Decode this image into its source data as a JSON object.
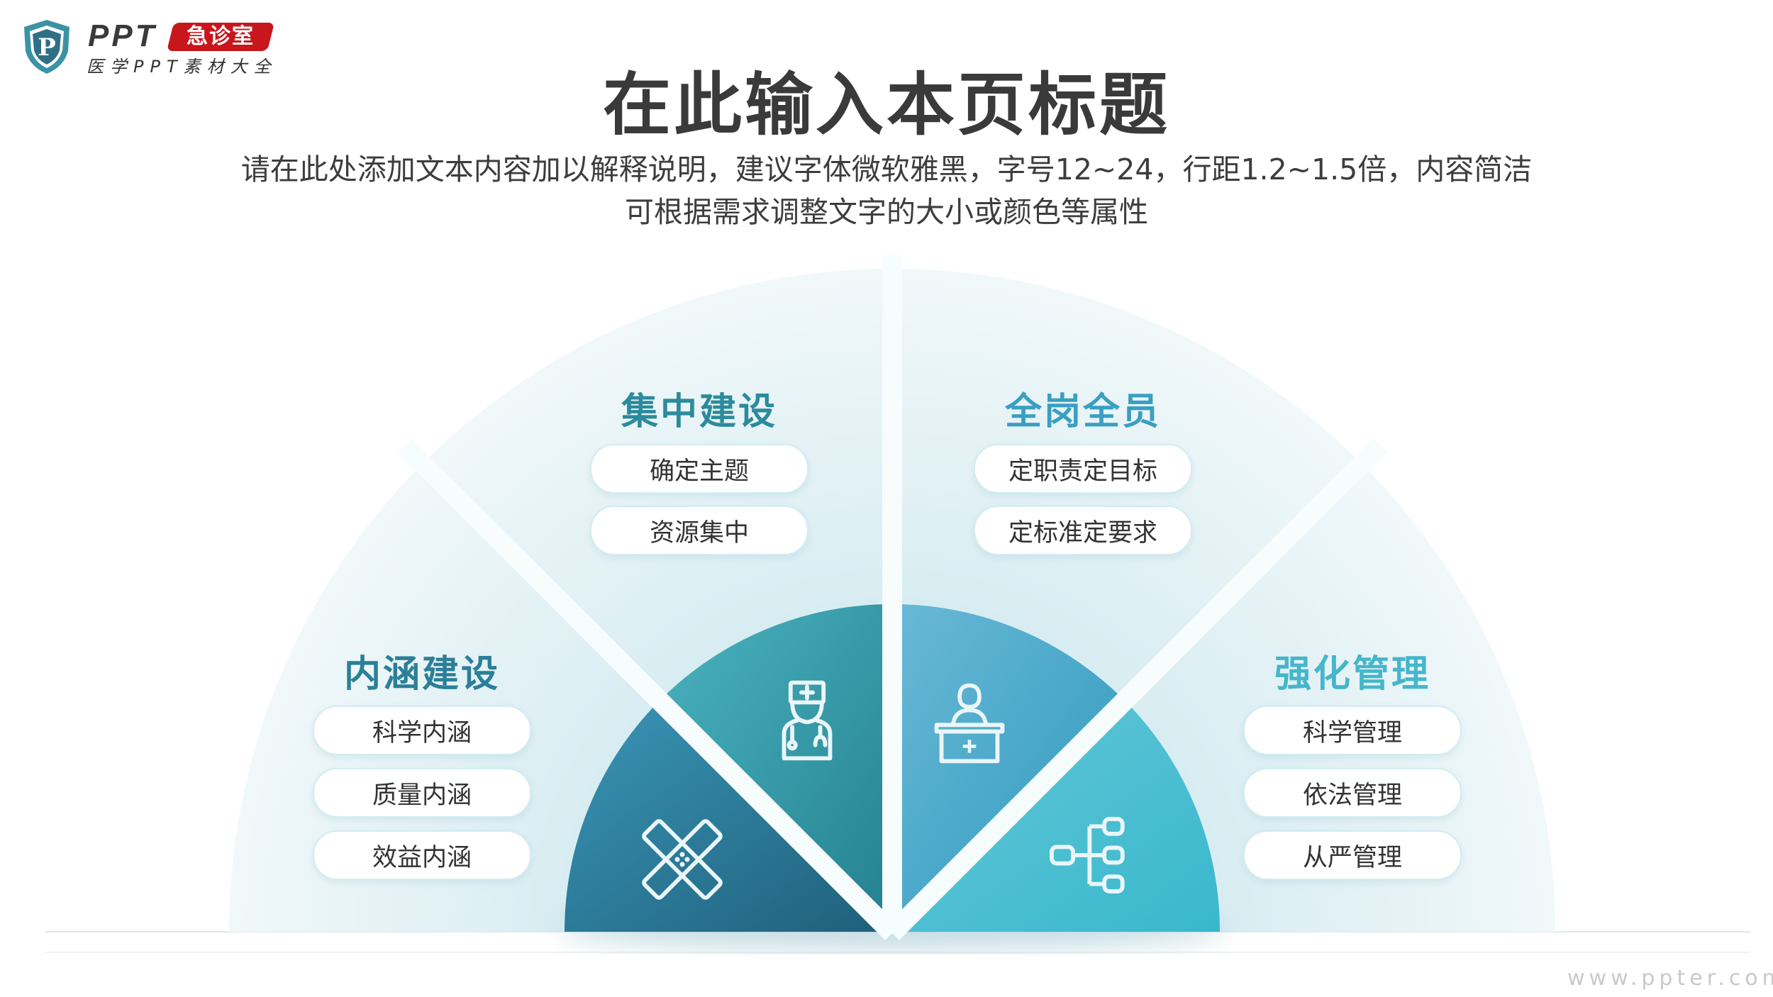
{
  "logo": {
    "brand": "PPT",
    "badge": "急诊室",
    "subtitle": "医学PPT素材大全",
    "icon": "shield-p-icon"
  },
  "header": {
    "title": "在此输入本页标题",
    "subtitle_line1": "请在此处添加文本内容加以解释说明，建议字体微软雅黑，字号12~24，行距1.2~1.5倍，内容简洁",
    "subtitle_line2": "可根据需求调整文字的大小或颜色等属性"
  },
  "sections": [
    {
      "title": "内涵建设",
      "color": "#2b7f98",
      "icon": "bandage-icon",
      "items": [
        "科学内涵",
        "质量内涵",
        "效益内涵"
      ]
    },
    {
      "title": "集中建设",
      "color": "#2b8b9c",
      "icon": "doctor-icon",
      "items": [
        "确定主题",
        "资源集中"
      ]
    },
    {
      "title": "全岗全员",
      "color": "#3a9fc2",
      "icon": "reception-desk-icon",
      "items": [
        "定职责定目标",
        "定标准定要求"
      ]
    },
    {
      "title": "强化管理",
      "color": "#45b6cb",
      "icon": "network-hierarchy-icon",
      "items": [
        "科学管理",
        "依法管理",
        "从严管理"
      ]
    }
  ],
  "watermark": "www.ppter.com"
}
